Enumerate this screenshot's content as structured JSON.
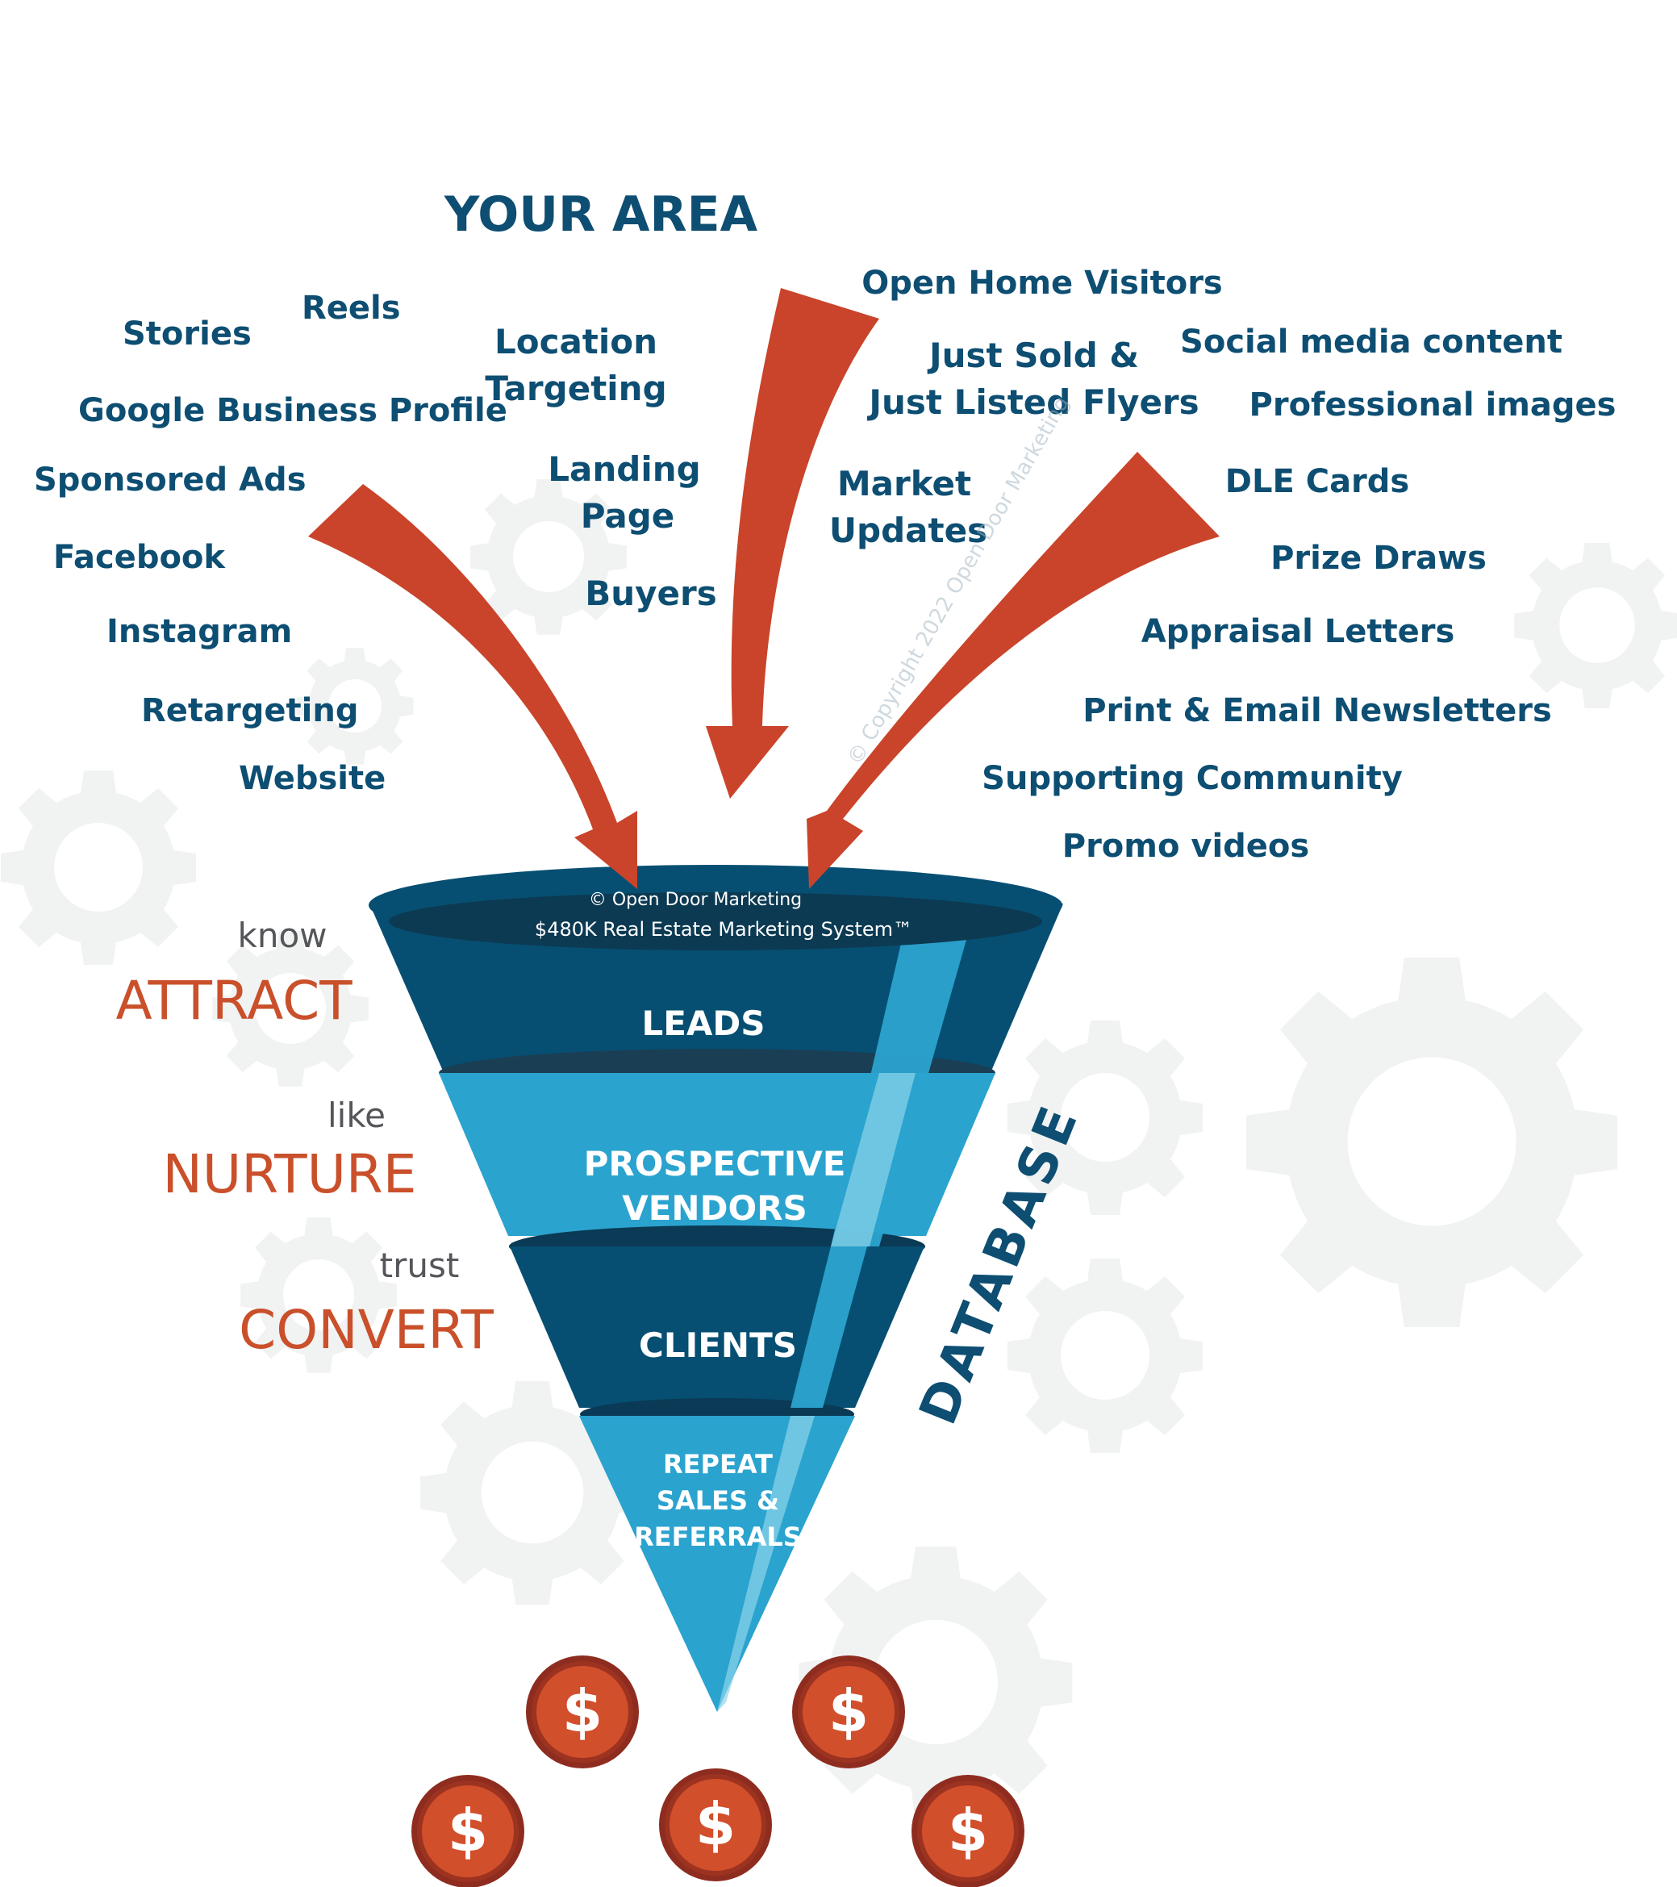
{
  "title": "YOUR AREA",
  "watermark": "© Copyright 2022 Open Door Marketing",
  "left_channels": [
    "Stories",
    "Reels",
    "Google Business Profile",
    "Sponsored Ads",
    "Facebook",
    "Instagram",
    "Retargeting",
    "Website"
  ],
  "center_channels": {
    "location_1": "Location",
    "location_2": "Targeting",
    "landing_1": "Landing",
    "landing_2": "Page",
    "buyers": "Buyers",
    "market_1": "Market",
    "market_2": "Updates"
  },
  "right_channels": {
    "open_home": "Open Home Visitors",
    "just_sold_1": "Just Sold &",
    "just_sold_2": "Just Listed Flyers",
    "social": "Social media content",
    "professional": "Professional images",
    "dle": "DLE Cards",
    "prize": "Prize Draws",
    "appraisal": "Appraisal Letters",
    "newsletters": "Print & Email Newsletters",
    "community": "Supporting Community",
    "promo": "Promo videos"
  },
  "funnel": {
    "brand": "© Open Door Marketing",
    "system": "$480K Real Estate Marketing System™",
    "leads": "LEADS",
    "prospective_1": "PROSPECTIVE",
    "prospective_2": "VENDORS",
    "clients": "CLIENTS",
    "repeat_1": "REPEAT",
    "repeat_2": "SALES &",
    "repeat_3": "REFERRALS",
    "side_label": "DATABASE"
  },
  "stages": [
    {
      "verb": "know",
      "label": "ATTRACT"
    },
    {
      "verb": "like",
      "label": "NURTURE"
    },
    {
      "verb": "trust",
      "label": "CONVERT"
    }
  ],
  "coin_symbol": "$",
  "colors": {
    "navy": "#0d4e72",
    "funnel_dark": "#064f72",
    "funnel_light": "#2ba3cf",
    "arrow_red": "#c9442a",
    "stage_orange": "#c9502b",
    "coin_red": "#b8402a"
  }
}
